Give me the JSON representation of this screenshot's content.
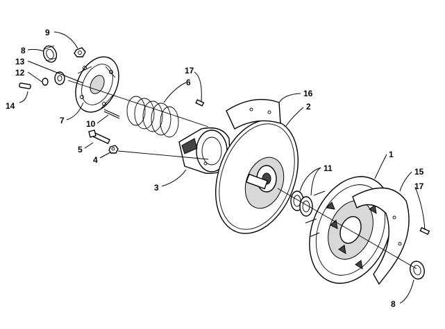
{
  "labels": {
    "l1": "1",
    "l2": "2",
    "l3": "3",
    "l4": "4",
    "l5": "5",
    "l6": "6",
    "l7": "7",
    "l8a": "8",
    "l8b": "8",
    "l9": "9",
    "l10": "10",
    "l11": "11",
    "l12": "12",
    "l13": "13",
    "l14": "14",
    "l15": "15",
    "l16": "16",
    "l17a": "17",
    "l17b": "17"
  }
}
